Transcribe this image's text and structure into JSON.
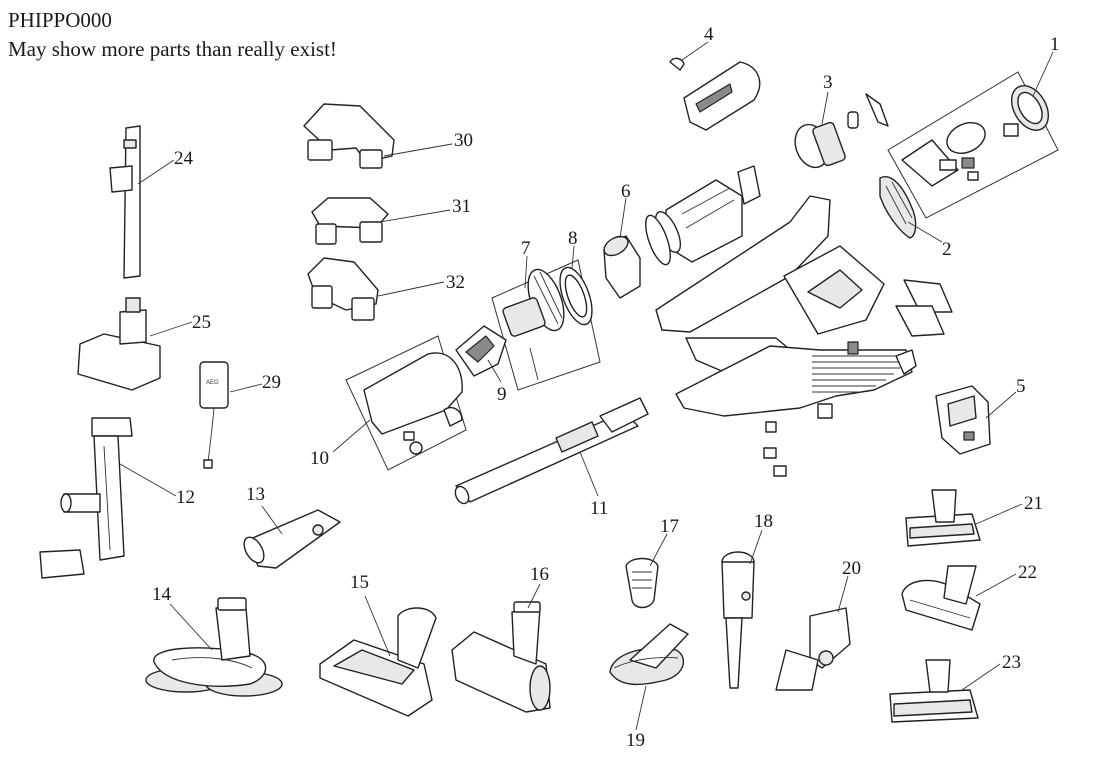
{
  "header": {
    "code": "PHIPPO000",
    "note": "May show more parts than really exist!"
  },
  "labels": {
    "n1": "1",
    "n2": "2",
    "n3": "3",
    "n4": "4",
    "n5": "5",
    "n6": "6",
    "n7": "7",
    "n8": "8",
    "n9": "9",
    "n10": "10",
    "n11": "11",
    "n12": "12",
    "n13": "13",
    "n14": "14",
    "n15": "15",
    "n16": "16",
    "n17": "17",
    "n18": "18",
    "n19": "19",
    "n20": "20",
    "n21": "21",
    "n22": "22",
    "n23": "23",
    "n24": "24",
    "n25": "25",
    "n29": "29",
    "n30": "30",
    "n31": "31",
    "n32": "32"
  },
  "charger_brand": "AEG"
}
